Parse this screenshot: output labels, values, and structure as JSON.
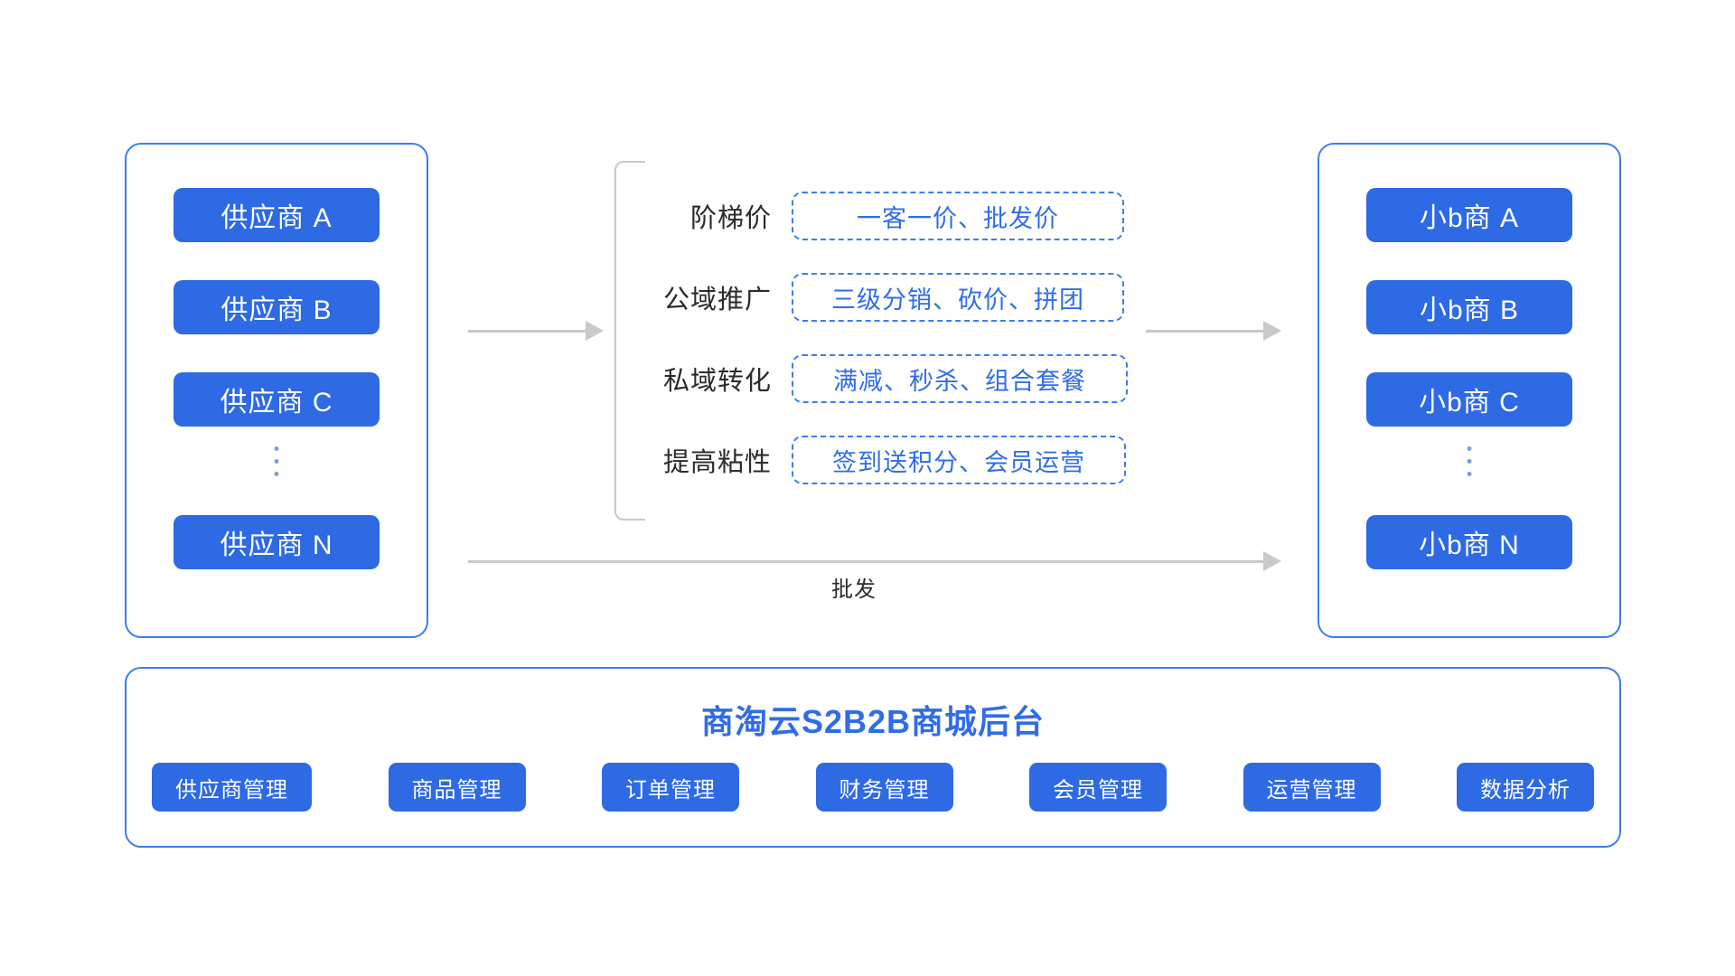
{
  "diagram": {
    "title": "商淘云S2B2B商城后台",
    "accent_color": "#2d6ae3",
    "panel_border_color": "#3d7bf0",
    "arrow_color": "#c9c9c9"
  },
  "suppliers": {
    "items": [
      {
        "label": "供应商 A"
      },
      {
        "label": "供应商 B"
      },
      {
        "label": "供应商 C"
      },
      {
        "label": "供应商 N"
      }
    ],
    "ellipsis": "⋮"
  },
  "buyers": {
    "items": [
      {
        "label": "小b商 A"
      },
      {
        "label": "小b商 B"
      },
      {
        "label": "小b商 C"
      },
      {
        "label": "小b商 N"
      }
    ],
    "ellipsis": "⋮"
  },
  "features": [
    {
      "label": "阶梯价",
      "value": "一客一价、批发价"
    },
    {
      "label": "公域推广",
      "value": "三级分销、砍价、拼团"
    },
    {
      "label": "私域转化",
      "value": "满减、秒杀、组合套餐"
    },
    {
      "label": "提高粘性",
      "value": "签到送积分、会员运营"
    }
  ],
  "arrows": {
    "wholesale_label": "批发"
  },
  "platform": {
    "title": "商淘云S2B2B商城后台",
    "modules": [
      {
        "label": "供应商管理"
      },
      {
        "label": "商品管理"
      },
      {
        "label": "订单管理"
      },
      {
        "label": "财务管理"
      },
      {
        "label": "会员管理"
      },
      {
        "label": "运营管理"
      },
      {
        "label": "数据分析"
      }
    ]
  }
}
